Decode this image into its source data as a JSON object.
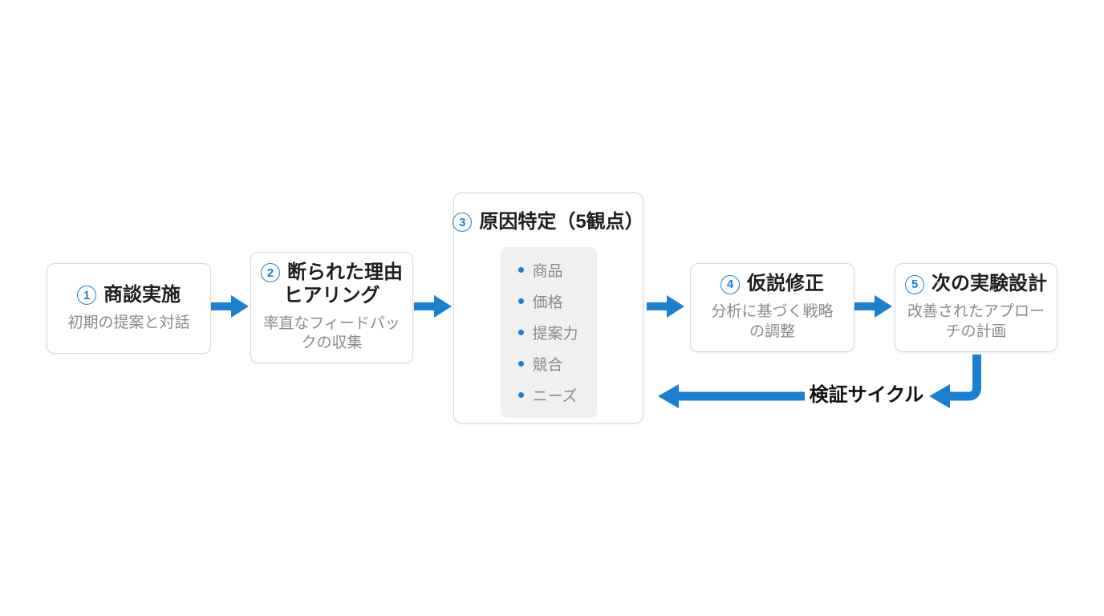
{
  "colors": {
    "accent": "#1b80d2",
    "card_border": "#d9d9d9",
    "title_text": "#1f1f1f",
    "muted_text": "#8a8a8a",
    "panel_bg": "#f0f0f1",
    "cycle_label_text": "#111111"
  },
  "steps": [
    {
      "number": "1",
      "title_lines": [
        "商談実施"
      ],
      "subtitle_lines": [
        "初期の提案と対話"
      ]
    },
    {
      "number": "2",
      "title_lines": [
        "断られた理由",
        "ヒアリング"
      ],
      "subtitle_lines": [
        "率直なフィードパッ",
        "クの収集"
      ]
    },
    {
      "number": "3",
      "title_lines": [
        "原因特定（5観点）"
      ],
      "items": [
        "商品",
        "価格",
        "提案力",
        "競合",
        "ニーズ"
      ]
    },
    {
      "number": "4",
      "title_lines": [
        "仮説修正"
      ],
      "subtitle_lines": [
        "分析に基づく戦略",
        "の調整"
      ]
    },
    {
      "number": "5",
      "title_lines": [
        "次の実験設計"
      ],
      "subtitle_lines": [
        "改善されたアプロー",
        "チの計画"
      ]
    }
  ],
  "cycle": {
    "label": "検証サイクル"
  }
}
